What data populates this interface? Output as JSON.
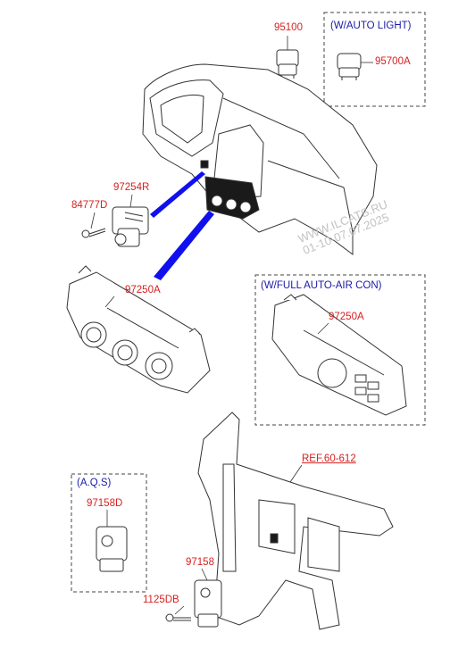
{
  "colors": {
    "part_number": "#d62020",
    "variant_label": "#1a1aa8",
    "leader_wedge": "#1010ee",
    "line_art": "#333333",
    "dashed_box": "#444444",
    "watermark": "#c2c2c2"
  },
  "variant_boxes": {
    "auto_light": "(W/AUTO LIGHT)",
    "full_auto_aircon": "(W/FULL AUTO-AIR CON)",
    "aqs": "(A.Q.S)"
  },
  "part_numbers": {
    "p95100": "95100",
    "p95700a": "95700A",
    "p97254r": "97254R",
    "p84777d": "84777D",
    "p97250a_main": "97250A",
    "p97250a_alt": "97250A",
    "ref_60_612": "REF.60-612",
    "p97158d": "97158D",
    "p97158": "97158",
    "p1125db": "1125DB"
  },
  "watermark": {
    "line1": "WWW.ILCATS.RU",
    "line2": "01-10-07.07.2025"
  },
  "icons": [
    "sensor-icon",
    "switch-icon",
    "dashboard-icon",
    "resistor-icon",
    "screw-icon",
    "control-panel-icon",
    "knob-icon",
    "radiator-support-icon",
    "actuator-icon",
    "bolt-icon"
  ]
}
